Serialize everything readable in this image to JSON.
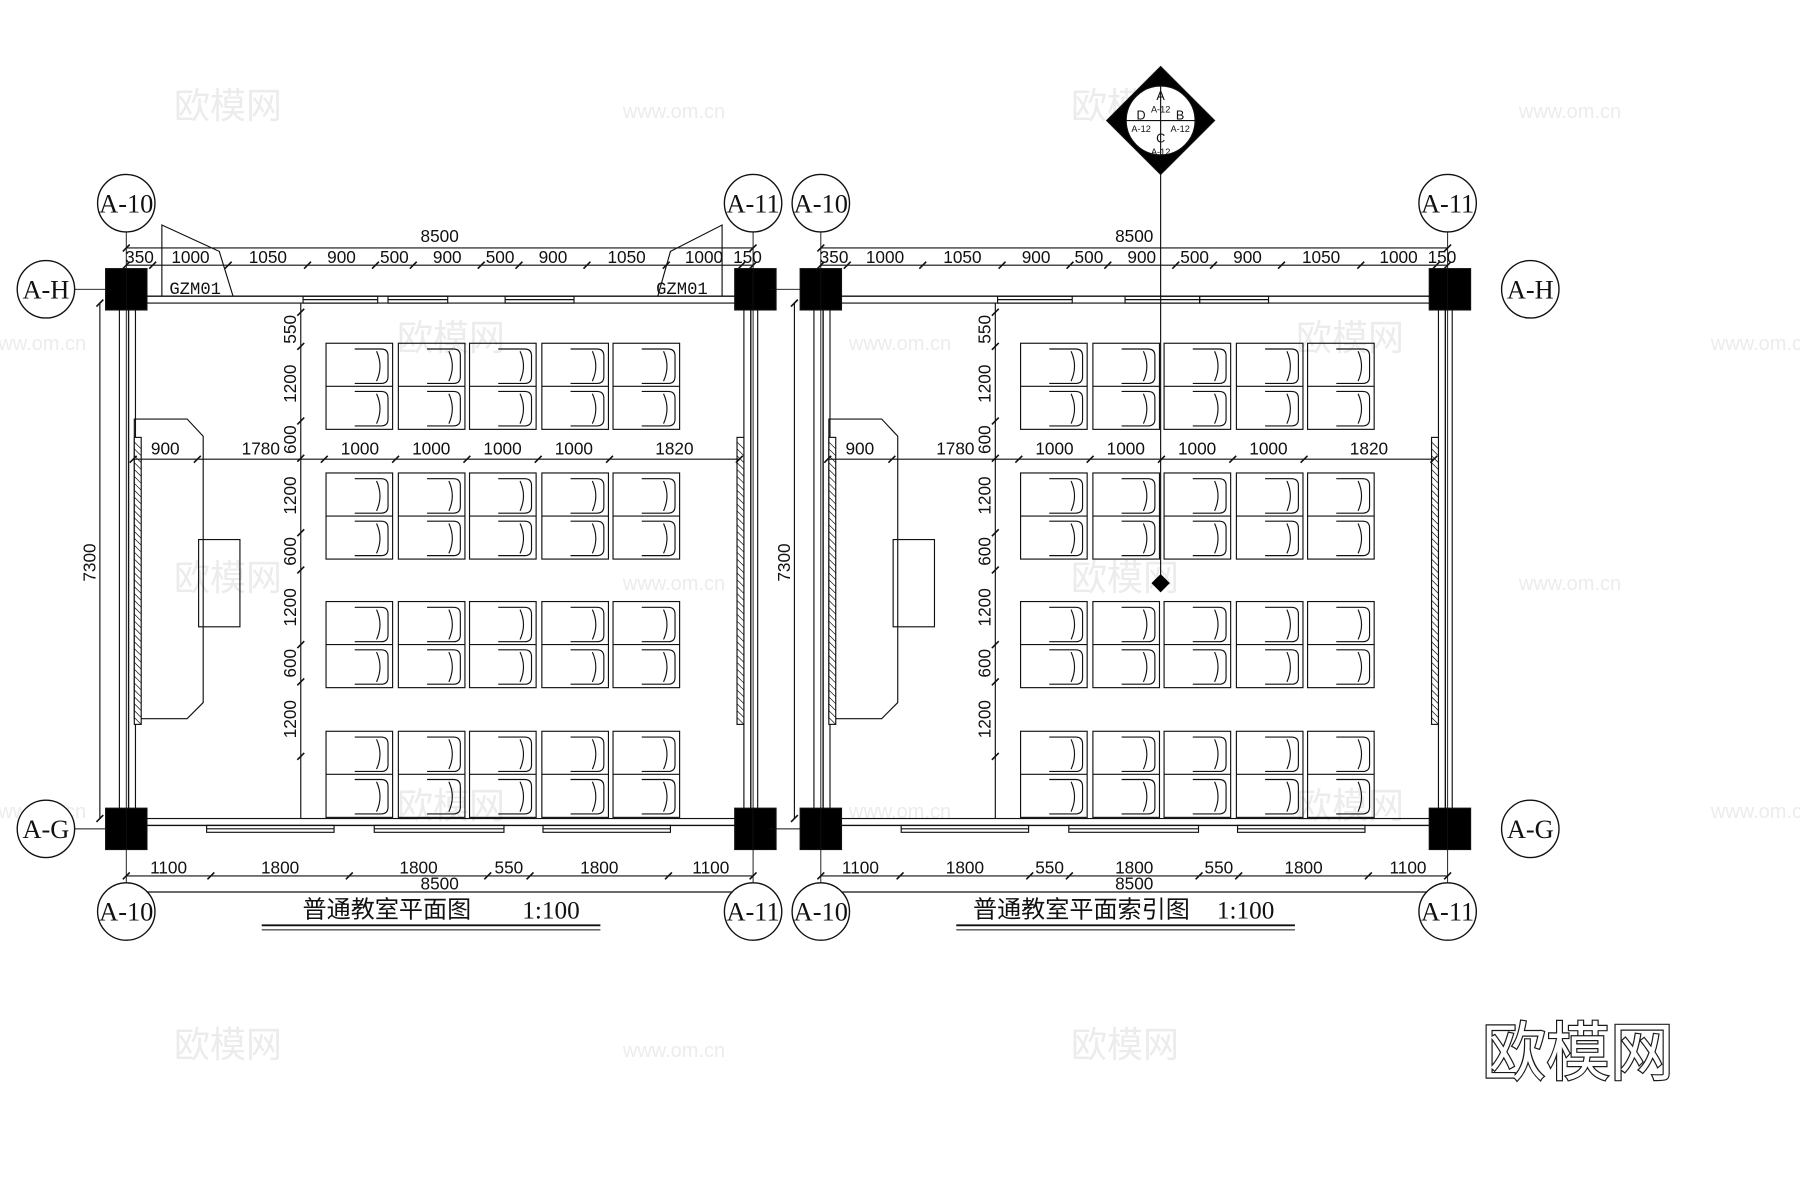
{
  "watermark": {
    "text": "欧模网",
    "url": "www.om.cn",
    "url_short": "om.cn"
  },
  "brand_logo": "欧模网",
  "column_marks": {
    "left": "A-10",
    "right": "A-11"
  },
  "row_marks": {
    "top": "A-H",
    "bottom": "A-G"
  },
  "plan_common": {
    "total_width": "8500",
    "total_depth": "7300",
    "top_segments": [
      "350",
      "1000",
      "1050",
      "900",
      "500",
      "900",
      "500",
      "900",
      "1050",
      "1000",
      "150"
    ],
    "row_depths": [
      "550",
      "1200",
      "600",
      "1200",
      "600",
      "1200",
      "600",
      "1200"
    ],
    "column_widths": [
      "900",
      "1780",
      "1000",
      "1000",
      "1000",
      "1000",
      "1820"
    ],
    "door_tag": "GZM01"
  },
  "plans": [
    {
      "title": "普通教室平面图",
      "scale": "1:100",
      "bottom_segments": [
        "1100",
        "1800",
        "1800",
        "550",
        "1800",
        "1100"
      ]
    },
    {
      "title": "普通教室平面索引图",
      "scale": "1:100",
      "bottom_segments": [
        "1100",
        "1800",
        "550",
        "1800",
        "550",
        "1800",
        "1100"
      ]
    }
  ],
  "index_symbol": {
    "quadrants": [
      {
        "letter": "A",
        "sheet": "A-12"
      },
      {
        "letter": "B",
        "sheet": "A-12"
      },
      {
        "letter": "C",
        "sheet": "A-12"
      },
      {
        "letter": "D",
        "sheet": "A-12"
      }
    ]
  },
  "colors": {
    "line": "#111111",
    "column_fill": "#000000",
    "watermark": "#ececec",
    "background": "#ffffff"
  }
}
